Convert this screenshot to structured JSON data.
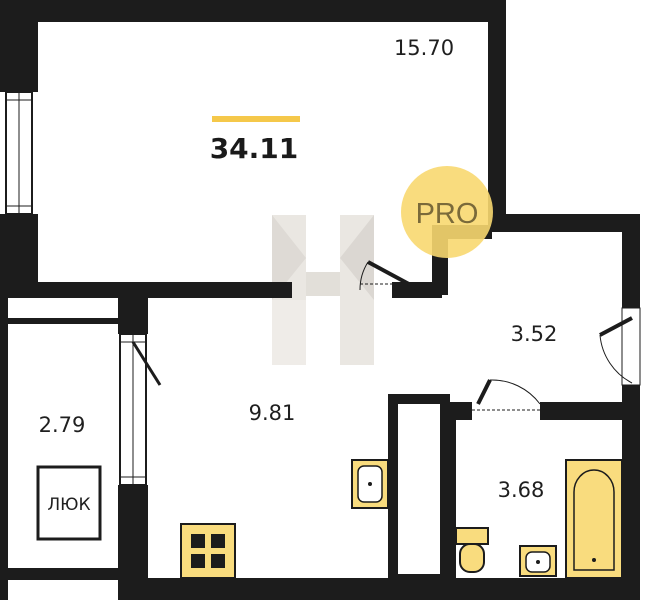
{
  "plan": {
    "total_area": "34.11",
    "rooms": {
      "living": "15.70",
      "kitchen": "9.81",
      "storage": "2.79",
      "corridor": "3.52",
      "bathroom": "3.68"
    },
    "hatch_label": "ЛЮК",
    "badge_text": "PRO"
  },
  "colors": {
    "wall": "#1c1c1c",
    "accent": "#f5c84a",
    "badge": "#f8d870",
    "fixture": "#f9dc7e",
    "watermark": "#c9c4bc"
  }
}
